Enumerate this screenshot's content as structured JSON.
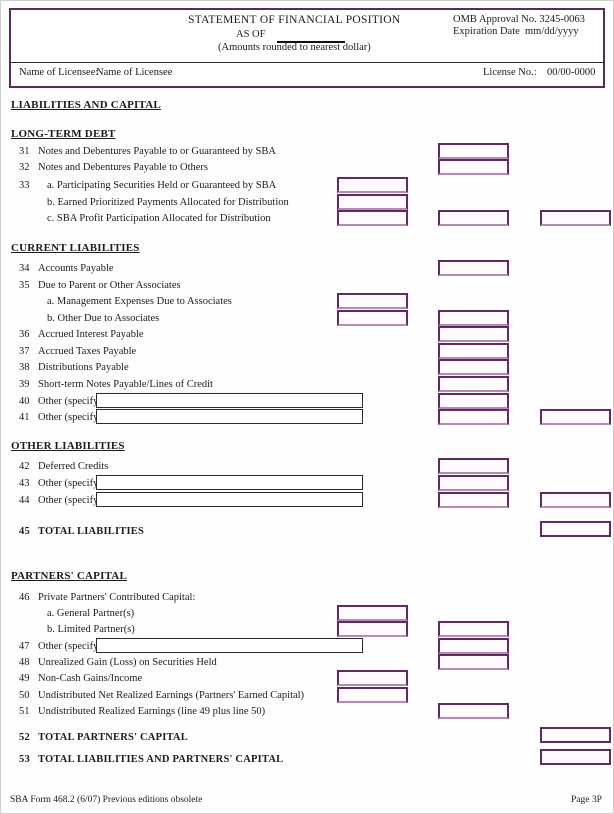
{
  "colors": {
    "field_border": "#5e2a60",
    "field_border_light": "#b58ab3",
    "box_border": "#5a2a5a"
  },
  "header": {
    "title": "STATEMENT OF FINANCIAL POSITION",
    "as_of_label": "AS OF",
    "subtitle": "(Amounts rounded to nearest dollar)",
    "omb_approval": "OMB Approval No. 3245-0063",
    "expiration": "Expiration Date  mm/dd/yyyy",
    "licensee_label": "Name of Licensee:",
    "licensee_value": "Name of Licensee",
    "license_no_label": "License No.:",
    "license_no_value": "00/00-0000"
  },
  "sections": {
    "main_heading": "LIABILITIES AND CAPITAL",
    "long_term_debt": "LONG-TERM DEBT",
    "current_liabilities": "CURRENT LIABILITIES",
    "other_liabilities": "OTHER LIABILITIES",
    "partners_capital": "PARTNERS' CAPITAL"
  },
  "lines": {
    "l31": {
      "num": "31",
      "label": "Notes and Debentures Payable to or Guaranteed by SBA"
    },
    "l32": {
      "num": "32",
      "label": "Notes and Debentures Payable to Others"
    },
    "l33a": {
      "num": "33",
      "label": "a. Participating Securities Held or Guaranteed by SBA"
    },
    "l33b": {
      "num": "",
      "label": "b. Earned Prioritized Payments Allocated for Distribution"
    },
    "l33c": {
      "num": "",
      "label": "c. SBA Profit Participation Allocated for Distribution"
    },
    "l34": {
      "num": "34",
      "label": "Accounts Payable"
    },
    "l35": {
      "num": "35",
      "label": "Due to Parent or Other Associates"
    },
    "l35a": {
      "num": "",
      "label": "a. Management Expenses Due to Associates"
    },
    "l35b": {
      "num": "",
      "label": "b. Other Due to Associates"
    },
    "l36": {
      "num": "36",
      "label": "Accrued Interest Payable"
    },
    "l37": {
      "num": "37",
      "label": "Accrued Taxes Payable"
    },
    "l38": {
      "num": "38",
      "label": "Distributions Payable"
    },
    "l39": {
      "num": "39",
      "label": "Short-term Notes Payable/Lines of Credit"
    },
    "l40": {
      "num": "40",
      "label": "Other (specify)"
    },
    "l41": {
      "num": "41",
      "label": "Other (specify)"
    },
    "l42": {
      "num": "42",
      "label": "Deferred Credits"
    },
    "l43": {
      "num": "43",
      "label": "Other (specify)"
    },
    "l44": {
      "num": "44",
      "label": "Other (specify)"
    },
    "l45": {
      "num": "45",
      "label": "TOTAL LIABILITIES"
    },
    "l46": {
      "num": "46",
      "label": "Private Partners' Contributed Capital:"
    },
    "l46a": {
      "num": "",
      "label": "a. General Partner(s)"
    },
    "l46b": {
      "num": "",
      "label": "b. Limited Partner(s)"
    },
    "l47": {
      "num": "47",
      "label": "Other (specify)"
    },
    "l48": {
      "num": "48",
      "label": "Unrealized Gain (Loss) on Securities Held"
    },
    "l49": {
      "num": "49",
      "label": "Non-Cash Gains/Income"
    },
    "l50": {
      "num": "50",
      "label": "Undistributed Net Realized Earnings (Partners' Earned Capital)"
    },
    "l51": {
      "num": "51",
      "label": "Undistributed Realized Earnings (line 49 plus line 50)"
    },
    "l52": {
      "num": "52",
      "label": "TOTAL PARTNERS' CAPITAL"
    },
    "l53": {
      "num": "53",
      "label": "TOTAL LIABILITIES AND PARTNERS' CAPITAL"
    }
  },
  "footer": {
    "left": "SBA Form 468.2 (6/07) Previous editions obsolete",
    "right": "Page 3P"
  }
}
